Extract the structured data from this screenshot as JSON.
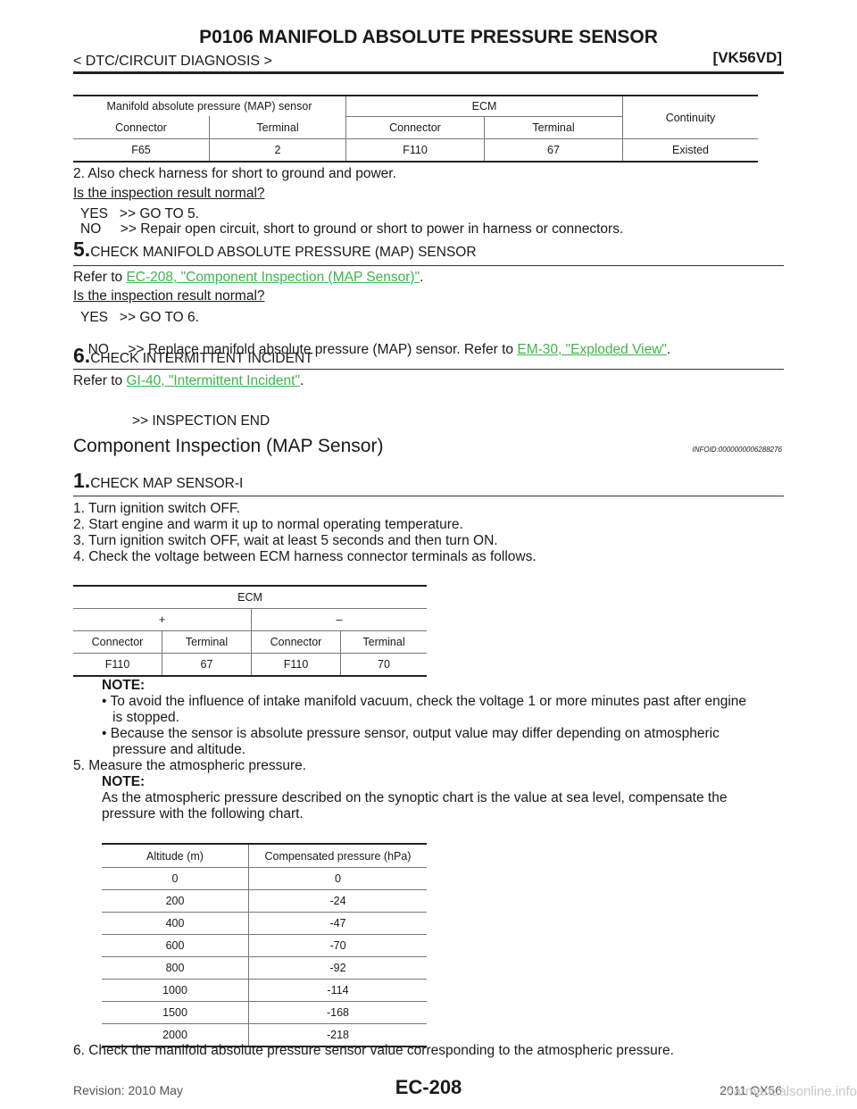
{
  "header": {
    "title": "P0106 MANIFOLD ABSOLUTE PRESSURE SENSOR",
    "breadcrumb": "< DTC/CIRCUIT DIAGNOSIS >",
    "model": "[VK56VD]"
  },
  "table1": {
    "group_left": "Manifold absolute pressure (MAP) sensor",
    "group_right": "ECM",
    "continuity": "Continuity",
    "h_connector1": "Connector",
    "h_terminal1": "Terminal",
    "h_connector2": "Connector",
    "h_terminal2": "Terminal",
    "row": [
      "F65",
      "2",
      "F110",
      "67",
      "Existed"
    ]
  },
  "step4": {
    "item2": "2. Also check harness for short to ground and power.",
    "question": "Is the inspection result normal?",
    "yes": "YES   >> GO TO 5.",
    "no": "NO     >> Repair open circuit, short to ground or short to power in harness or connectors."
  },
  "step5": {
    "num": "5.",
    "title": "CHECK MANIFOLD ABSOLUTE PRESSURE (MAP) SENSOR",
    "refer_prefix": "Refer to ",
    "refer_link": "EC-208, \"Component Inspection (MAP Sensor)\"",
    "refer_suffix": ".",
    "question": "Is the inspection result normal?",
    "yes": "YES   >> GO TO 6.",
    "no_prefix": "NO     >> Replace manifold absolute pressure (MAP) sensor. Refer to ",
    "no_link": "EM-30, \"Exploded View\"",
    "no_suffix": "."
  },
  "step6": {
    "num": "6.",
    "title": "CHECK INTERMITTENT INCIDENT",
    "refer_prefix": "Refer to ",
    "refer_link": "GI-40, \"Intermittent Incident\"",
    "refer_suffix": ".",
    "end": ">> INSPECTION END"
  },
  "section": {
    "title": "Component Inspection (MAP Sensor)",
    "infoid": "INFOID:0000000006288276"
  },
  "step1": {
    "num": "1.",
    "title": "CHECK MAP SENSOR-I",
    "items": [
      "1. Turn ignition switch OFF.",
      "2. Start engine and warm it up to normal operating temperature.",
      "3. Turn ignition switch OFF, wait at least 5 seconds and then turn ON.",
      "4. Check the voltage between ECM harness connector terminals as follows."
    ]
  },
  "table2": {
    "group": "ECM",
    "plus": "+",
    "minus": "–",
    "h": [
      "Connector",
      "Terminal",
      "Connector",
      "Terminal"
    ],
    "row": [
      "F110",
      "67",
      "F110",
      "70"
    ]
  },
  "notes": {
    "note_label": "NOTE:",
    "bullet1_a": "• To avoid the influence of intake manifold vacuum, check the voltage 1 or more minutes past after engine",
    "bullet1_b": "is stopped.",
    "bullet2_a": "• Because the sensor is absolute pressure sensor, output value may differ depending on atmospheric",
    "bullet2_b": "pressure and altitude.",
    "item5": "5. Measure the atmospheric pressure.",
    "note2_label": "NOTE:",
    "note2_a": "As the atmospheric pressure described on the synoptic chart is the value at sea level, compensate the",
    "note2_b": "pressure with the following chart."
  },
  "table3": {
    "h_alt": "Altitude (m)",
    "h_press": "Compensated pressure (hPa)",
    "rows": [
      [
        "0",
        "0"
      ],
      [
        "200",
        "-24"
      ],
      [
        "400",
        "-47"
      ],
      [
        "600",
        "-70"
      ],
      [
        "800",
        "-92"
      ],
      [
        "1000",
        "-114"
      ],
      [
        "1500",
        "-168"
      ],
      [
        "2000",
        "-218"
      ]
    ]
  },
  "item6": "6. Check the manifold absolute pressure sensor value corresponding to the atmospheric pressure.",
  "footer": {
    "revision": "Revision: 2010 May",
    "page": "EC-208",
    "model_year": "2011 QX56",
    "watermark": "carmanualsonline.info"
  }
}
